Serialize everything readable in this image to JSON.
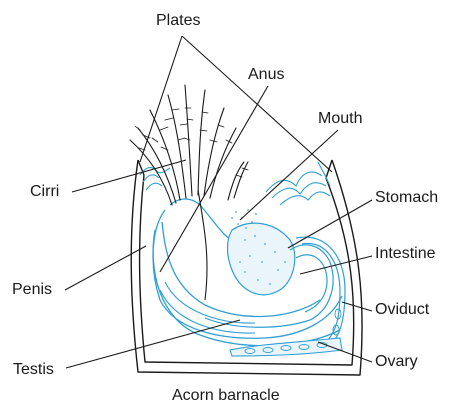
{
  "colors": {
    "ink": "#1a1a1a",
    "organ": "#2f9fd3",
    "stipple": "#4aa8d6",
    "background": "#ffffff"
  },
  "diagram": {
    "caption": "Acorn barnacle",
    "labels": {
      "plates": "Plates",
      "anus": "Anus",
      "mouth": "Mouth",
      "cirri": "Cirri",
      "stomach": "Stomach",
      "intestine": "Intestine",
      "penis": "Penis",
      "oviduct": "Oviduct",
      "testis": "Testis",
      "ovary": "Ovary"
    }
  }
}
